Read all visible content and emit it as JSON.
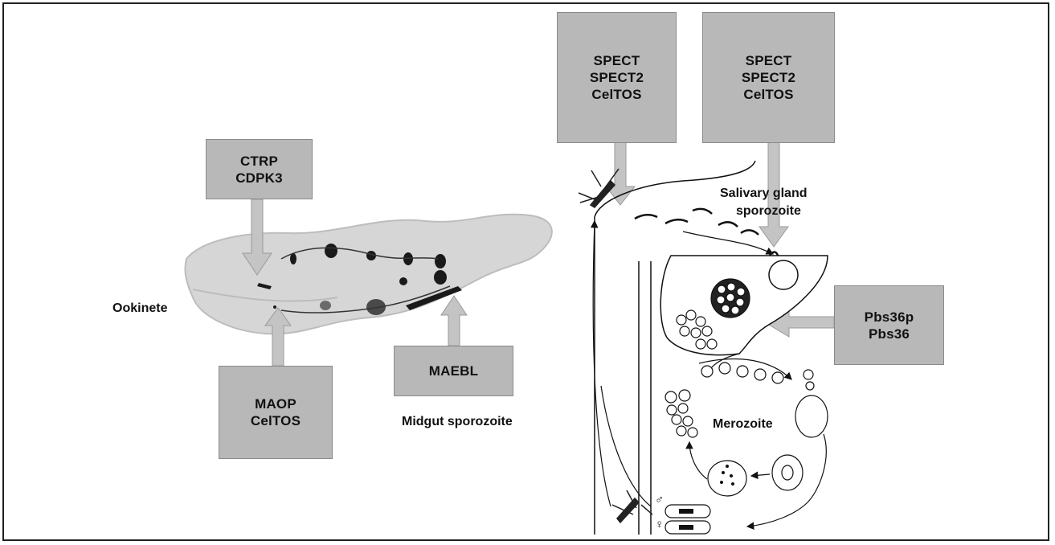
{
  "boxes": {
    "ctrp": {
      "lines": [
        "CTRP",
        "CDPK3"
      ]
    },
    "maop": {
      "lines": [
        "MAOP",
        "CelTOS"
      ]
    },
    "maebl": {
      "lines": [
        "MAEBL"
      ]
    },
    "spect_left": {
      "lines": [
        "SPECT",
        "SPECT2",
        "CelTOS"
      ]
    },
    "spect_right": {
      "lines": [
        "SPECT",
        "SPECT2",
        "CelTOS"
      ]
    },
    "pbs36": {
      "lines": [
        "Pbs36p",
        "Pbs36"
      ]
    }
  },
  "labels": {
    "ookinete": "Ookinete",
    "midgut_sporozoite": "Midgut sporozoite",
    "salivary_gland_sporozoite_1": "Salivary gland",
    "salivary_gland_sporozoite_2": "sporozoite",
    "merozoite": "Merozoite",
    "male_symbol": "♂",
    "female_symbol": "♀"
  },
  "colors": {
    "box_fill": "#b8b8b8",
    "arrow_fill": "#c4c4c4",
    "gut_fill": "#d6d6d6",
    "line": "#111111"
  }
}
